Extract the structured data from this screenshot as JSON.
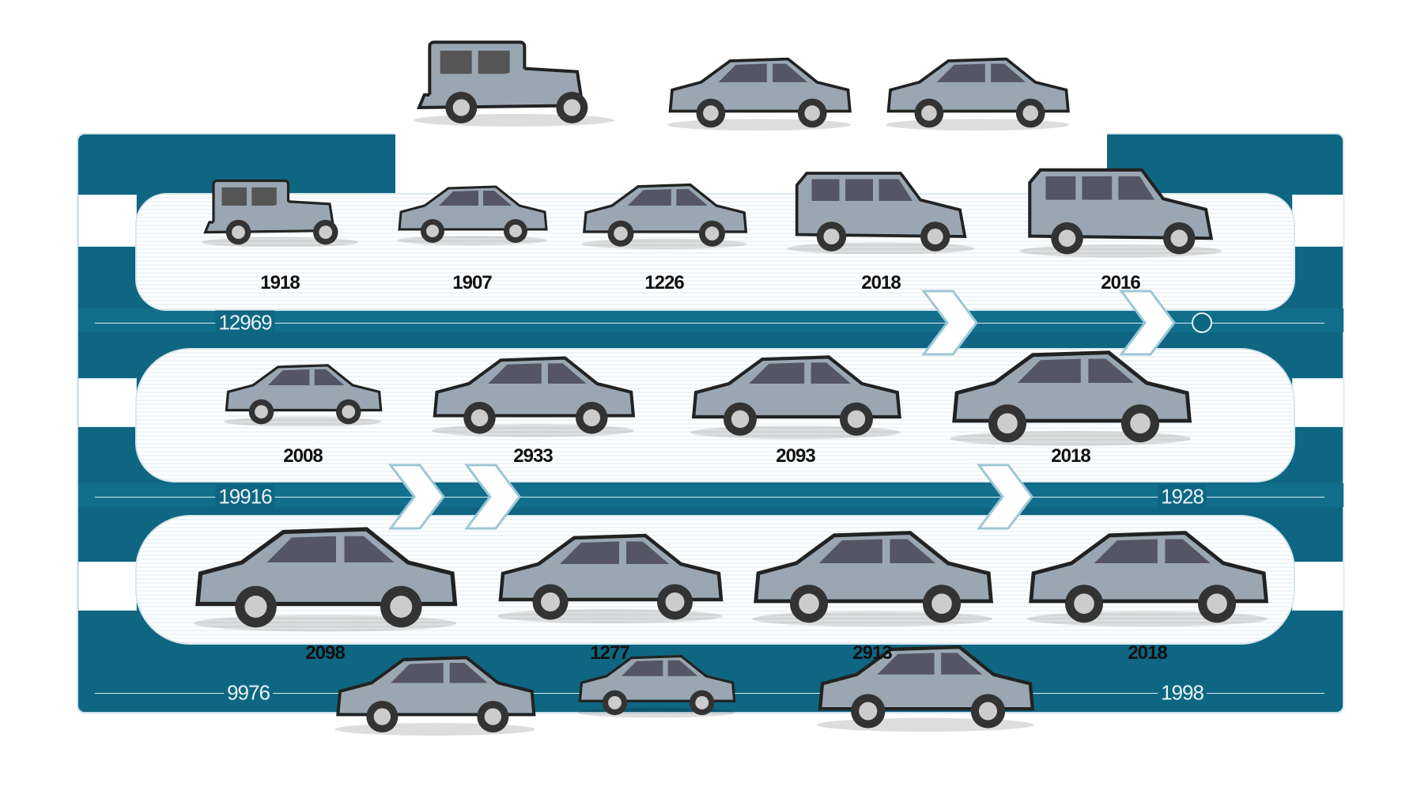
{
  "title": "Car evolution timeline",
  "colors": {
    "band": "#0f6682",
    "lane": "#ffffff",
    "car_body": "#9aa7b3",
    "text": "#111111"
  },
  "top_cars": [
    {
      "icon": "vintage-car-icon"
    },
    {
      "icon": "sedan-car-icon"
    },
    {
      "icon": "sedan-car-icon"
    }
  ],
  "rows": [
    {
      "side_left": "12969",
      "side_right": "",
      "cars": [
        {
          "year": "1918",
          "icon": "vintage-car-icon"
        },
        {
          "year": "1907",
          "icon": "sedan-car-icon"
        },
        {
          "year": "1226",
          "icon": "sedan-car-icon"
        },
        {
          "year": "2018",
          "icon": "suv-car-icon"
        },
        {
          "year": "2016",
          "icon": "suv-car-icon"
        }
      ]
    },
    {
      "side_left": "19916",
      "side_right": "1928",
      "cars": [
        {
          "year": "2008",
          "icon": "concept-car-icon"
        },
        {
          "year": "2933",
          "icon": "coupe-car-icon"
        },
        {
          "year": "2093",
          "icon": "coupe-car-icon"
        },
        {
          "year": "2018",
          "icon": "sedan-car-icon"
        }
      ]
    },
    {
      "side_left": "9976",
      "side_right": "1998",
      "cars": [
        {
          "year": "2098",
          "icon": "sedan-car-icon"
        },
        {
          "year": "1277",
          "icon": "sedan-car-icon"
        },
        {
          "year": "2913",
          "icon": "sedan-car-icon"
        },
        {
          "year": "2018",
          "icon": "sedan-car-icon"
        }
      ]
    }
  ],
  "bottom_cars": [
    {
      "icon": "coupe-car-icon"
    },
    {
      "icon": "sports-car-icon"
    },
    {
      "icon": "wagon-car-icon"
    }
  ]
}
